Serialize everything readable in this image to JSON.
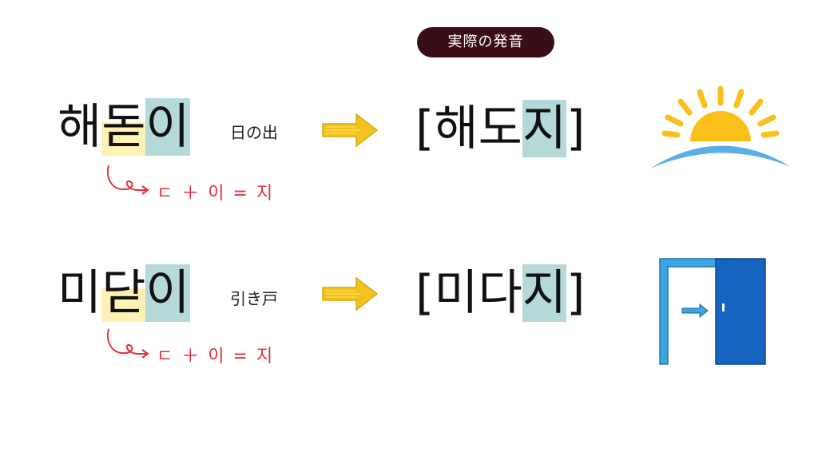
{
  "header": {
    "badge": "実際の発音"
  },
  "rows": [
    {
      "word_parts": [
        "해",
        "돋",
        "이"
      ],
      "meaning": "日の出",
      "pron_parts": [
        "[",
        "해",
        "도",
        "지",
        "]"
      ],
      "rule": "ㄷ ＋ 이 = 지",
      "picture_icon": "sunrise-icon"
    },
    {
      "word_parts": [
        "미",
        "닫",
        "이"
      ],
      "meaning": "引き戸",
      "pron_parts": [
        "[",
        "미",
        "다",
        "지",
        "]"
      ],
      "rule": "ㄷ ＋ 이 = 지",
      "picture_icon": "sliding-door-icon"
    }
  ],
  "colors": {
    "badge_bg": "#3a0e17",
    "highlight_yellow": "#fff0b3",
    "highlight_teal": "#b4d9d8",
    "rule_red": "#e0303a",
    "arrow_yellow": "#f2c21f",
    "sun": "#fbbf1a",
    "horizon_blue": "#5aaee8",
    "door_blue": "#1565c0"
  }
}
